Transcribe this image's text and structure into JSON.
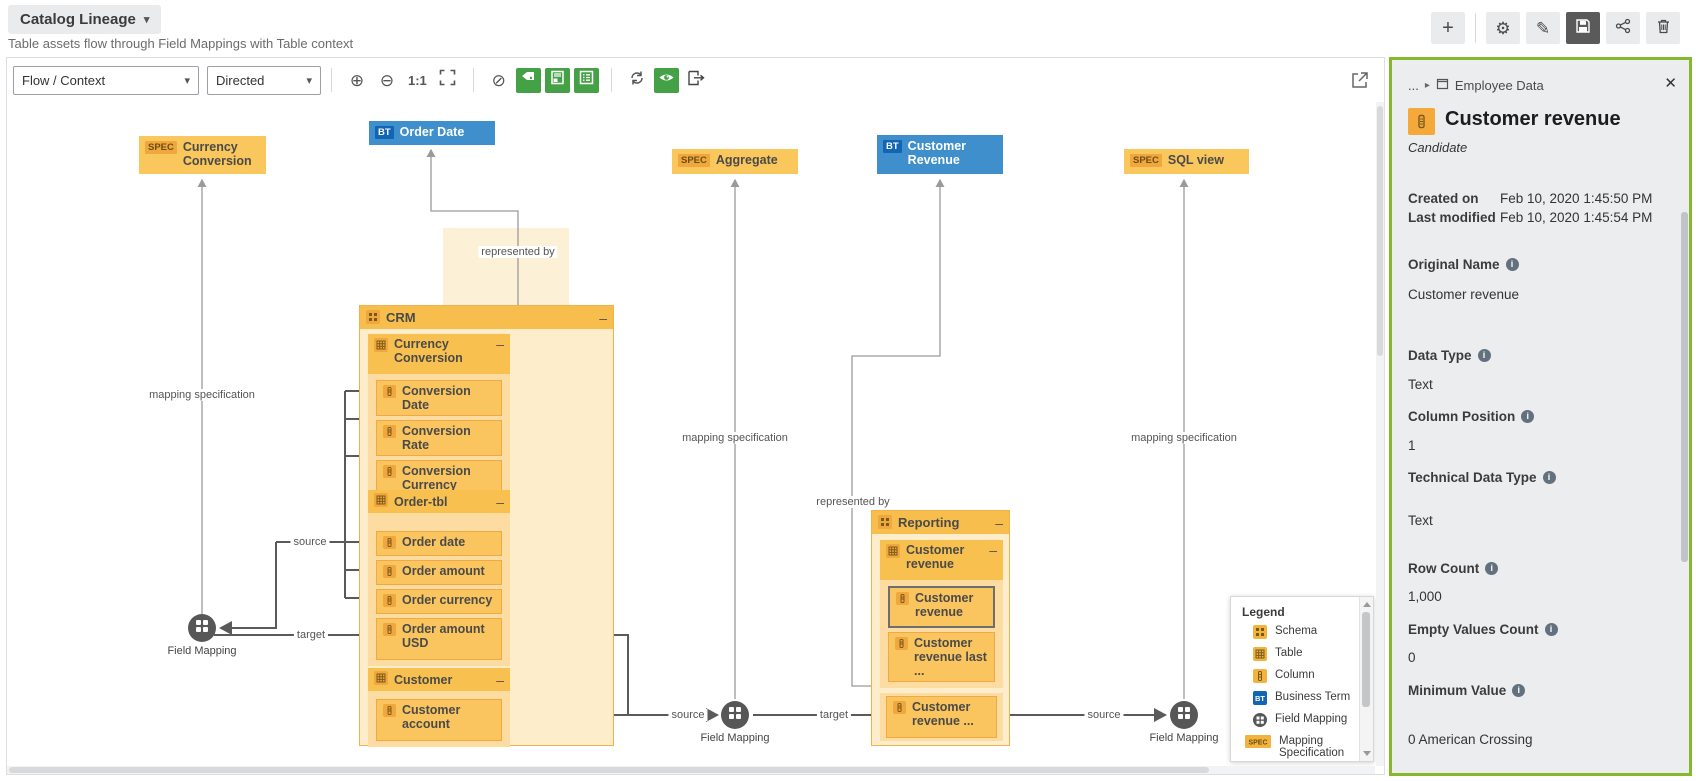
{
  "icons": {
    "caret": "▾",
    "plus": "+",
    "zoom_in": "⊕",
    "zoom_out": "⊖",
    "disabled": "⊘",
    "gear": "⚙",
    "pencil": "✎",
    "close": "✕",
    "collapse": "–",
    "ellipsis": "...",
    "chevron": "▸",
    "info": "i"
  },
  "colors": {
    "accent_green": "#45A145",
    "panel_border_green": "#86B82E",
    "node_orange": "#F8C14F",
    "node_blue": "#3E8FCB",
    "badge_blue": "#1165B2",
    "field_mapping_gray": "#575757"
  },
  "topbar": {
    "title": "Catalog Lineage",
    "subtitle": "Table assets flow through Field Mappings with Table context"
  },
  "toolbar": {
    "view_mode": "Flow / Context",
    "direction": "Directed",
    "zoom_ratio": "1:1"
  },
  "diagram": {
    "badges": {
      "spec": "SPEC",
      "bt": "BT"
    },
    "top_nodes": {
      "currency_conversion_spec": "Currency Conversion",
      "order_date_bt": "Order Date",
      "aggregate_spec": "Aggregate",
      "customer_revenue_bt": "Customer Revenue",
      "sql_view_spec": "SQL view"
    },
    "crm": {
      "name": "CRM",
      "tables": [
        {
          "name": "Currency Conversion",
          "columns": [
            "Conversion Date",
            "Conversion Rate",
            "Conversion Currency"
          ]
        },
        {
          "name": "Order-tbl",
          "columns": [
            "Order date",
            "Order amount",
            "Order currency",
            "Order amount USD"
          ]
        },
        {
          "name": "Customer",
          "columns": [
            "Customer account"
          ]
        }
      ]
    },
    "reporting": {
      "name": "Reporting",
      "table": {
        "name": "Customer revenue",
        "columns": [
          "Customer revenue",
          "Customer revenue last ...",
          "Customer revenue ..."
        ]
      }
    },
    "fm_label": "Field Mapping",
    "labels": {
      "mapping_specification": "mapping specification",
      "represented_by": "represented by",
      "source": "source",
      "target": "target"
    }
  },
  "legend": {
    "title": "Legend",
    "items": [
      "Schema",
      "Table",
      "Column",
      "Business Term",
      "Field Mapping",
      "Mapping Specification"
    ]
  },
  "panel": {
    "breadcrumb_parent": "Employee Data",
    "asset_name": "Customer revenue",
    "status": "Candidate",
    "created_label": "Created on",
    "created_value": "Feb 10, 2020 1:45:50 PM",
    "modified_label": "Last modified",
    "modified_value": "Feb 10, 2020 1:45:54 PM",
    "fields": [
      {
        "label": "Original Name",
        "value": "Customer revenue"
      },
      {
        "label": "Data Type",
        "value": "Text"
      },
      {
        "label": "Column Position",
        "value": "1"
      },
      {
        "label": "Technical Data Type",
        "value": "Text"
      },
      {
        "label": "Row Count",
        "value": "1,000"
      },
      {
        "label": "Empty Values Count",
        "value": "0"
      },
      {
        "label": "Minimum Value",
        "value": "0 American Crossing"
      }
    ]
  }
}
